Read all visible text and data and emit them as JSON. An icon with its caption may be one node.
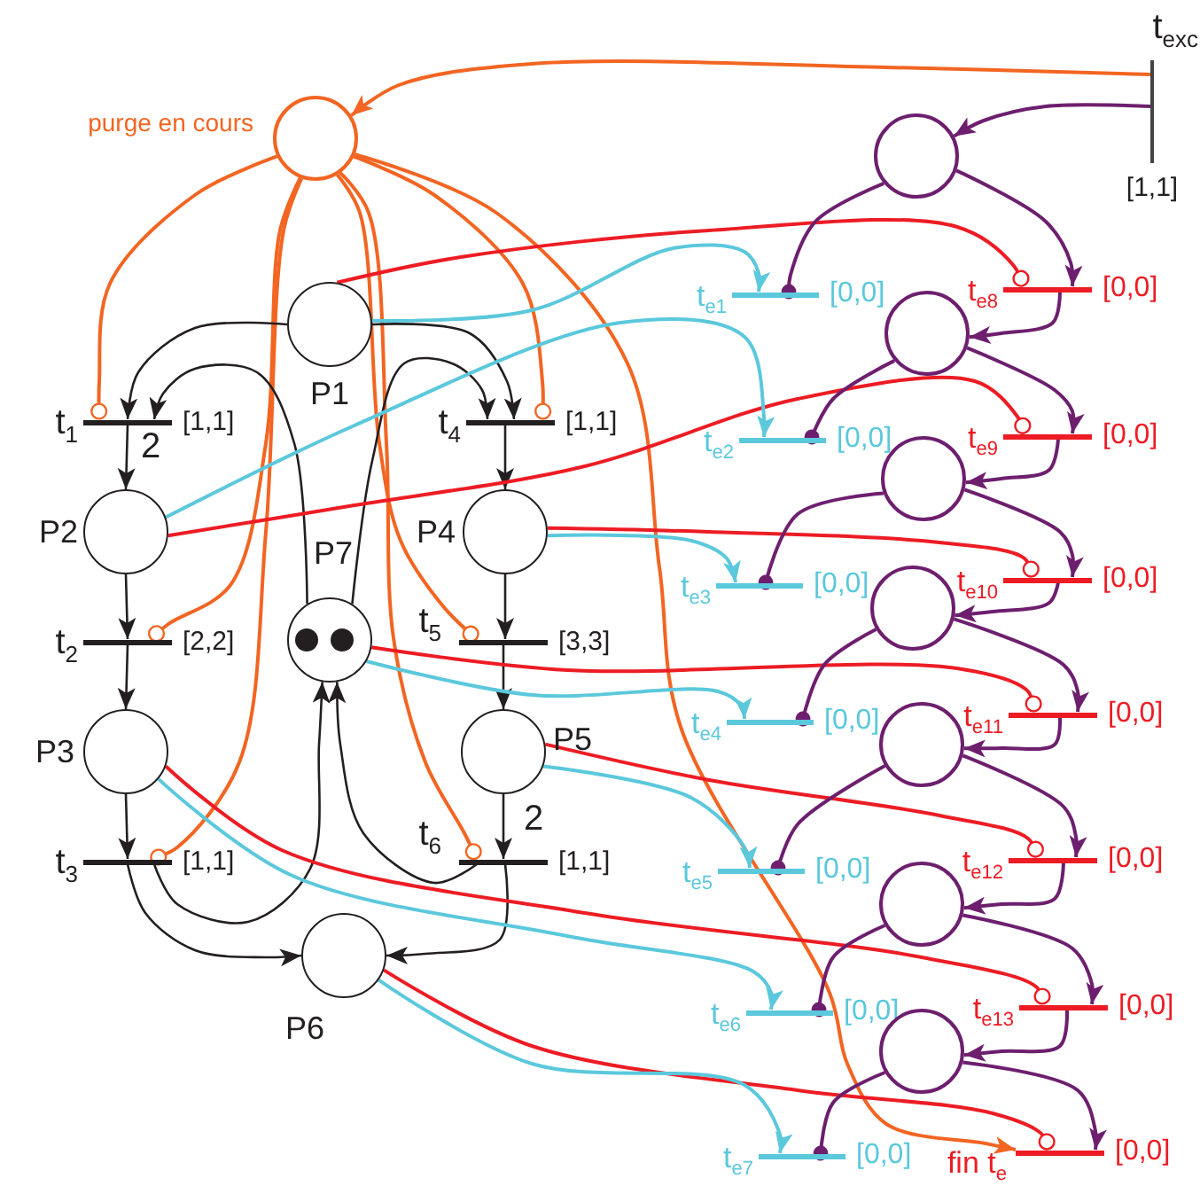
{
  "diagram": {
    "nodes": [
      {
        "text": [
          "purge en cours"
        ]
      },
      {
        "text": [
          "P1"
        ]
      },
      {
        "text": [
          "t$_{1}$"
        ],
        "beside": [
          "[1,1]"
        ]
      },
      {
        "text": [
          "P2"
        ]
      },
      {
        "text": [
          "t$_{2}$"
        ],
        "beside": [
          "[2,2]"
        ]
      },
      {
        "text": [
          "P3"
        ]
      },
      {
        "text": [
          "t$_{3}$"
        ],
        "beside": [
          "[1,1]"
        ]
      },
      {
        "text": [
          "t$_{4}$"
        ],
        "beside": [
          "[1,1]"
        ]
      },
      {
        "text": [
          "P4"
        ]
      },
      {
        "text": [
          "t$_{5}$"
        ],
        "beside": [
          "[3,3]"
        ]
      },
      {
        "text": [
          "P5"
        ]
      },
      {
        "text": [
          "t$_{6}$"
        ],
        "beside": [
          "[1,1]"
        ]
      },
      {
        "text": [
          "P7"
        ]
      },
      {
        "text": [
          "P6"
        ]
      },
      {
        "text": [
          "t$_{exc}$"
        ],
        "beside": [
          "[1,1]"
        ]
      },
      {
        "text": [],
        "shape": "circle"
      },
      {
        "text": [
          "t$_{e1}$"
        ],
        "beside": [
          "[0,0]"
        ]
      },
      {
        "text": [
          "t$_{e8}$"
        ],
        "beside": [
          "[0,0]"
        ]
      },
      {
        "text": [],
        "shape": "circle"
      },
      {
        "text": [
          "t$_{e2}$"
        ],
        "beside": [
          "[0,0]"
        ]
      },
      {
        "text": [
          "t$_{e9}$"
        ],
        "beside": [
          "[0,0]"
        ]
      },
      {
        "text": [],
        "shape": "circle"
      },
      {
        "text": [
          "t$_{e3}$"
        ],
        "beside": [
          "[0,0]"
        ]
      },
      {
        "text": [
          "t$_{e10}$"
        ],
        "beside": [
          "[0,0]"
        ]
      },
      {
        "text": [],
        "shape": "circle"
      },
      {
        "text": [
          "t$_{e4}$"
        ],
        "beside": [
          "[0,0]"
        ]
      },
      {
        "text": [
          "t$_{e11}$"
        ],
        "beside": [
          "[0,0]"
        ]
      },
      {
        "text": [],
        "shape": "circle"
      },
      {
        "text": [
          "t$_{e5}$"
        ],
        "beside": [
          "[0,0]"
        ]
      },
      {
        "text": [
          "t$_{e12}$"
        ],
        "beside": [
          "[0,0]"
        ]
      },
      {
        "text": [],
        "shape": "circle"
      },
      {
        "text": [
          "t$_{e6}$"
        ],
        "beside": [
          "[0,0]"
        ]
      },
      {
        "text": [
          "t$_{e13}$"
        ],
        "beside": [
          "[0,0]"
        ]
      },
      {
        "text": [],
        "shape": "circle"
      },
      {
        "text": [
          "t$_{e7}$"
        ],
        "beside": [
          "[0,0]"
        ]
      },
      {
        "text": [
          "fin t$_{e}$"
        ],
        "beside": [
          "[0,0]"
        ]
      }
    ],
    "edges": [
      {
        "from": 14,
        "to": 0,
        "arrow": "to",
        "color": "#f26522"
      },
      {
        "from": 0,
        "to": 2,
        "arrow": "other",
        "color": "#f26522"
      },
      {
        "from": 0,
        "to": 4,
        "arrow": "other",
        "color": "#f26522"
      },
      {
        "from": 0,
        "to": 6,
        "arrow": "other",
        "color": "#f26522"
      },
      {
        "from": 0,
        "to": 7,
        "arrow": "other",
        "color": "#f26522"
      },
      {
        "from": 0,
        "to": 9,
        "arrow": "other",
        "color": "#f26522"
      },
      {
        "from": 0,
        "to": 11,
        "arrow": "other",
        "color": "#f26522"
      },
      {
        "from": 0,
        "to": 35,
        "arrow": "to",
        "color": "#f26522"
      },
      {
        "from": 1,
        "to": 2,
        "arrow": "to",
        "color": "#231f20"
      },
      {
        "from": 12,
        "to": 2,
        "arrow": "to",
        "color": "#231f20"
      },
      {
        "from": 2,
        "to": 3,
        "arrow": "to",
        "label": "2",
        "color": "#231f20"
      },
      {
        "from": 3,
        "to": 4,
        "arrow": "to",
        "color": "#231f20"
      },
      {
        "from": 4,
        "to": 5,
        "arrow": "to",
        "color": "#231f20"
      },
      {
        "from": 5,
        "to": 6,
        "arrow": "to",
        "color": "#231f20"
      },
      {
        "from": 6,
        "to": 13,
        "arrow": "to",
        "color": "#231f20"
      },
      {
        "from": 6,
        "to": 12,
        "arrow": "to",
        "color": "#231f20"
      },
      {
        "from": 1,
        "to": 7,
        "arrow": "to",
        "color": "#231f20"
      },
      {
        "from": 12,
        "to": 7,
        "arrow": "to",
        "color": "#231f20"
      },
      {
        "from": 7,
        "to": 8,
        "arrow": "to",
        "color": "#231f20"
      },
      {
        "from": 8,
        "to": 9,
        "arrow": "to",
        "color": "#231f20"
      },
      {
        "from": 9,
        "to": 10,
        "arrow": "to",
        "color": "#231f20"
      },
      {
        "from": 10,
        "to": 11,
        "arrow": "to",
        "label": "2",
        "color": "#231f20"
      },
      {
        "from": 11,
        "to": 12,
        "arrow": "to",
        "color": "#231f20"
      },
      {
        "from": 11,
        "to": 13,
        "arrow": "to",
        "color": "#231f20"
      },
      {
        "from": 1,
        "to": 17,
        "arrow": "other",
        "color": "#ed1c24"
      },
      {
        "from": 3,
        "to": 20,
        "arrow": "other",
        "color": "#ed1c24"
      },
      {
        "from": 8,
        "to": 23,
        "arrow": "other",
        "color": "#ed1c24"
      },
      {
        "from": 12,
        "to": 26,
        "arrow": "other",
        "color": "#ed1c24"
      },
      {
        "from": 10,
        "to": 29,
        "arrow": "other",
        "color": "#ed1c24"
      },
      {
        "from": 5,
        "to": 32,
        "arrow": "other",
        "color": "#ed1c24"
      },
      {
        "from": 13,
        "to": 35,
        "arrow": "other",
        "color": "#ed1c24"
      },
      {
        "from": 1,
        "to": 16,
        "arrow": "to",
        "color": "#5bc8dc"
      },
      {
        "from": 3,
        "to": 19,
        "arrow": "to",
        "color": "#5bc8dc"
      },
      {
        "from": 8,
        "to": 22,
        "arrow": "to",
        "color": "#5bc8dc"
      },
      {
        "from": 12,
        "to": 25,
        "arrow": "to",
        "color": "#5bc8dc"
      },
      {
        "from": 10,
        "to": 28,
        "arrow": "to",
        "color": "#5bc8dc"
      },
      {
        "from": 5,
        "to": 31,
        "arrow": "to",
        "color": "#5bc8dc"
      },
      {
        "from": 13,
        "to": 34,
        "arrow": "to",
        "color": "#5bc8dc"
      },
      {
        "from": 14,
        "to": 15,
        "arrow": "to"
      },
      {
        "from": 15,
        "to": 17,
        "arrow": "to"
      },
      {
        "from": 15,
        "to": 16,
        "arrow": "other"
      },
      {
        "from": 17,
        "to": 18,
        "arrow": "to"
      },
      {
        "from": 18,
        "to": 20,
        "arrow": "to"
      },
      {
        "from": 18,
        "to": 19,
        "arrow": "other"
      },
      {
        "from": 20,
        "to": 21,
        "arrow": "to"
      },
      {
        "from": 21,
        "to": 23,
        "arrow": "to"
      },
      {
        "from": 21,
        "to": 22,
        "arrow": "other"
      },
      {
        "from": 23,
        "to": 24,
        "arrow": "to"
      },
      {
        "from": 24,
        "to": 26,
        "arrow": "to"
      },
      {
        "from": 24,
        "to": 25,
        "arrow": "other"
      },
      {
        "from": 26,
        "to": 27,
        "arrow": "to"
      },
      {
        "from": 27,
        "to": 29,
        "arrow": "to"
      },
      {
        "from": 27,
        "to": 28,
        "arrow": "other"
      },
      {
        "from": 29,
        "to": 30,
        "arrow": "to"
      },
      {
        "from": 30,
        "to": 32,
        "arrow": "to"
      },
      {
        "from": 30,
        "to": 31,
        "arrow": "other"
      },
      {
        "from": 32,
        "to": 33,
        "arrow": "to"
      },
      {
        "from": 33,
        "to": 35,
        "arrow": "to"
      },
      {
        "from": 33,
        "to": 34,
        "arrow": "other"
      }
    ]
  }
}
